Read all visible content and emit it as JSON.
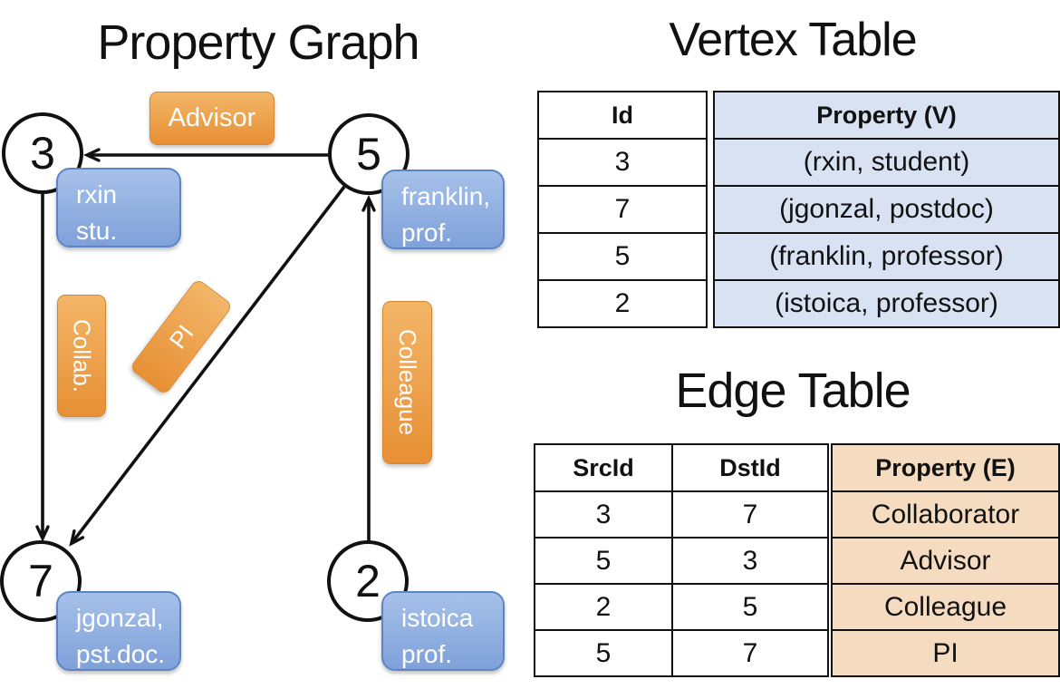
{
  "graph": {
    "title": "Property Graph",
    "vertices": [
      {
        "id": "3",
        "line1": "rxin",
        "line2": "stu."
      },
      {
        "id": "5",
        "line1": "franklin,",
        "line2": "prof."
      },
      {
        "id": "7",
        "line1": "jgonzal,",
        "line2": "pst.doc."
      },
      {
        "id": "2",
        "line1": "istoica",
        "line2": "prof."
      }
    ],
    "edge_labels": {
      "advisor": "Advisor",
      "collab": "Collab.",
      "pi": "PI",
      "colleague": "Colleague"
    }
  },
  "vertex_table": {
    "title": "Vertex Table",
    "id_header": "Id",
    "property_header": "Property (V)",
    "rows": [
      {
        "id": "3",
        "property": "(rxin, student)"
      },
      {
        "id": "7",
        "property": "(jgonzal, postdoc)"
      },
      {
        "id": "5",
        "property": "(franklin, professor)"
      },
      {
        "id": "2",
        "property": "(istoica, professor)"
      }
    ]
  },
  "edge_table": {
    "title": "Edge Table",
    "src_header": "SrcId",
    "dst_header": "DstId",
    "property_header": "Property (E)",
    "rows": [
      {
        "src": "3",
        "dst": "7",
        "property": "Collaborator"
      },
      {
        "src": "5",
        "dst": "3",
        "property": "Advisor"
      },
      {
        "src": "2",
        "dst": "5",
        "property": "Colleague"
      },
      {
        "src": "5",
        "dst": "7",
        "property": "PI"
      }
    ]
  },
  "colors": {
    "vertex_label_blue": "#8FA9DE",
    "edge_label_orange": "#EDA24C",
    "vertex_table_fill": "#D9E2F3",
    "edge_table_fill": "#F5DCC1",
    "line_black": "#111111"
  }
}
